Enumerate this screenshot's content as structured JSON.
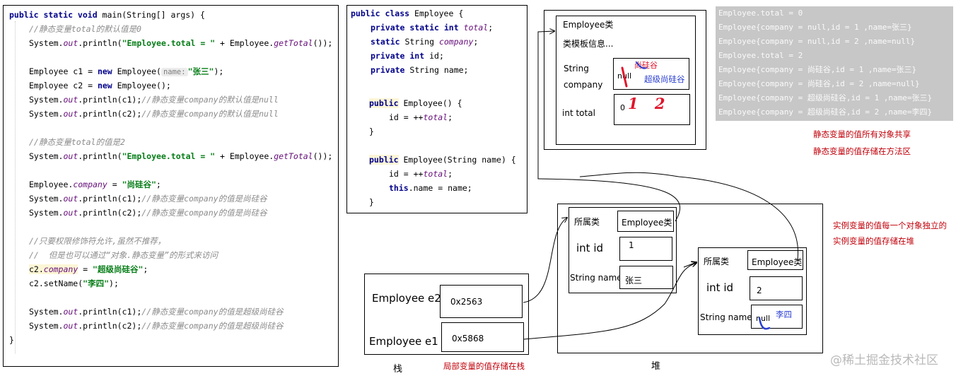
{
  "main_code": {
    "l1": {
      "a": "public static void",
      "b": " main(String[] args) {"
    },
    "l2": "//静态变量total的默认值是0",
    "l3": {
      "a": "System.",
      "b": "out",
      "c": ".println(",
      "d": "\"Employee.total = \"",
      "e": " + Employee.",
      "f": "getTotal",
      "g": "());"
    },
    "l5": {
      "a": "Employee c1 = ",
      "b": "new",
      "c": " Employee(",
      "hint": "name:",
      "d": "\"张三\"",
      "e": ");"
    },
    "l6": {
      "a": "Employee c2 = ",
      "b": "new",
      "c": " Employee();"
    },
    "l7": {
      "a": "System.",
      "b": "out",
      "c": ".println(c1);",
      "d": "//静态变量company的默认值是null"
    },
    "l8": {
      "a": "System.",
      "b": "out",
      "c": ".println(c2);",
      "d": "//静态变量company的默认值是null"
    },
    "l10": "//静态变量total的值是2",
    "l11": {
      "a": "System.",
      "b": "out",
      "c": ".println(",
      "d": "\"Employee.total = \"",
      "e": " + Employee.",
      "f": "getTotal",
      "g": "());"
    },
    "l13": {
      "a": "Employee.",
      "b": "company",
      "c": " = ",
      "d": "\"尚硅谷\"",
      "e": ";"
    },
    "l14": {
      "a": "System.",
      "b": "out",
      "c": ".println(c1);",
      "d": "//静态变量company的值是尚硅谷"
    },
    "l15": {
      "a": "System.",
      "b": "out",
      "c": ".println(c2);",
      "d": "//静态变量company的值是尚硅谷"
    },
    "l17": "//只要权限修饰符允许,虽然不推荐，",
    "l18": "//  但是也可以通过“对象.静态变量”的形式来访问",
    "l19": {
      "a": "c2.",
      "b": "company",
      "c": " = ",
      "d": "\"超级尚硅谷\"",
      "e": ";"
    },
    "l20": {
      "a": "c2.setName(",
      "d": "\"李四\"",
      "e": ");"
    },
    "l22": {
      "a": "System.",
      "b": "out",
      "c": ".println(c1);",
      "d": "//静态变量company的值是超级尚硅谷"
    },
    "l23": {
      "a": "System.",
      "b": "out",
      "c": ".println(c2);",
      "d": "//静态变量company的值是超级尚硅谷"
    },
    "l24": "}"
  },
  "class_code": {
    "l1": {
      "a": "public class",
      "b": " Employee {"
    },
    "l2": {
      "a": "private static int",
      "b": "total",
      "c": ";"
    },
    "l3": {
      "a": "static",
      "b": " String ",
      "c": "company",
      "d": ";"
    },
    "l4": {
      "a": "private int",
      "b": " id;"
    },
    "l5": {
      "a": "private",
      "b": " String name;"
    },
    "l7": {
      "a": "public",
      "b": " Employee() {"
    },
    "l8": {
      "a": "id = ++",
      "b": "total",
      "c": ";"
    },
    "l9": "}",
    "l11": {
      "a": "public",
      "b": " Employee(String name) {"
    },
    "l12": {
      "a": "id = ++",
      "b": "total",
      "c": ";"
    },
    "l13": {
      "a": "this",
      "b": ".name = name;"
    },
    "l14": "}"
  },
  "method_area": {
    "title": "Employee类",
    "template": "类模板信息...",
    "string_label": "String",
    "company_label": "company",
    "company_old": "null",
    "company_mid": "尚硅谷",
    "company_new": "超级尚硅谷",
    "total_label": "int total",
    "total_old": "0",
    "total_new": "1 2"
  },
  "console": [
    "Employee.total = 0",
    "Employee{company = null,id = 1 ,name=张三}",
    "Employee{company = null,id = 2 ,name=null}",
    "Employee.total = 2",
    "Employee{company = 尚硅谷,id = 1 ,name=张三}",
    "Employee{company = 尚硅谷,id = 2 ,name=null}",
    "Employee{company = 超级尚硅谷,id = 1 ,name=张三}",
    "Employee{company = 超级尚硅谷,id = 2 ,name=李四}"
  ],
  "notes": {
    "static_shared": "静态变量的值所有对象共享",
    "static_method_area": "静态变量的值存储在方法区",
    "instance_independent": "实例变量的值每一个对象独立的",
    "instance_heap": "实例变量的值存储在堆",
    "local_stack": "局部变量的值存储在栈"
  },
  "stack": {
    "label": "栈",
    "e2_label": "Employee e2",
    "e2_value": "0x2563",
    "e1_label": "Employee e1",
    "e1_value": "0x5868"
  },
  "heap": {
    "label": "堆",
    "obj1": {
      "class_label": "所属类",
      "class_value": "Employee类",
      "id_label": "int id",
      "id_value": "1",
      "name_label": "String name",
      "name_value": "张三"
    },
    "obj2": {
      "class_label": "所属类",
      "class_value": "Employee类",
      "id_label": "int id",
      "id_value": "2",
      "name_label": "String name",
      "name_old": "null",
      "name_value": "李四"
    }
  },
  "watermark": "@稀土掘金技术社区",
  "colors": {
    "keyword": "#00008b",
    "static_field": "#660e7a",
    "string": "#067d17",
    "comment": "#8c8c8c",
    "note": "#c0000a",
    "annotation_red": "#e0142a",
    "annotation_blue": "#2a3fd0",
    "console_bg": "#c7c7c7"
  }
}
